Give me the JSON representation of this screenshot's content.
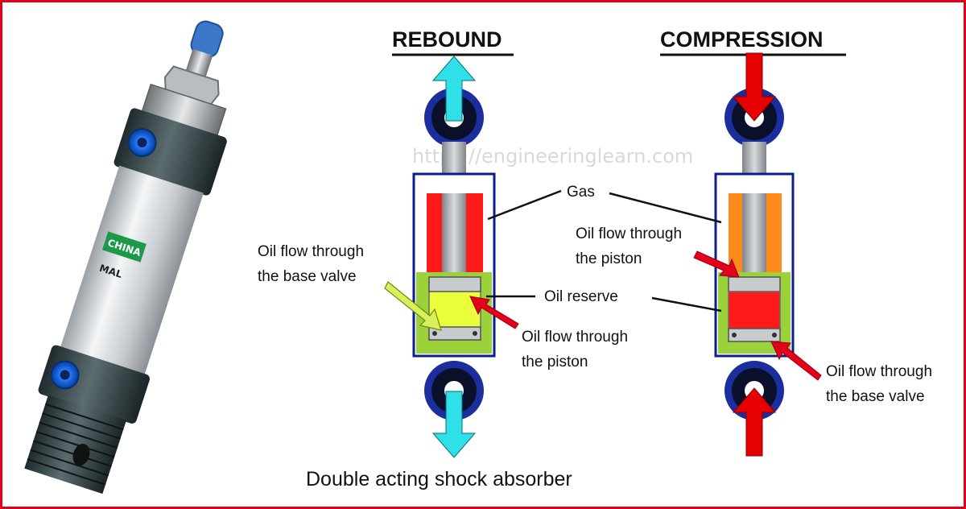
{
  "headings": {
    "rebound": "REBOUND",
    "compression": "COMPRESSION"
  },
  "watermark": "https://engineeringlearn.com",
  "cylinder": {
    "brand_label": "CHINA",
    "model_label": "MAL"
  },
  "labels": {
    "gas": "Gas",
    "oil_reserve": "Oil reserve",
    "rebound_base_valve": [
      "Oil flow through",
      "the base valve"
    ],
    "rebound_piston": [
      "Oil flow through",
      "the piston"
    ],
    "compression_piston": [
      "Oil flow through",
      "the piston"
    ],
    "compression_base_valve": [
      "Oil flow through",
      "the base valve"
    ]
  },
  "caption": "Double acting shock absorber",
  "colors": {
    "border": "#e3001b",
    "gas_rebound": "#ff1a1a",
    "gas_compression": "#ff8a1c",
    "oil": "#9bd23c",
    "piston_chamber": "#e8ff3a",
    "arrow_rebound": "#2fe0e8",
    "arrow_compression": "#e60000",
    "ring": "#1a2f9c",
    "tube": "#0a1e8c"
  }
}
